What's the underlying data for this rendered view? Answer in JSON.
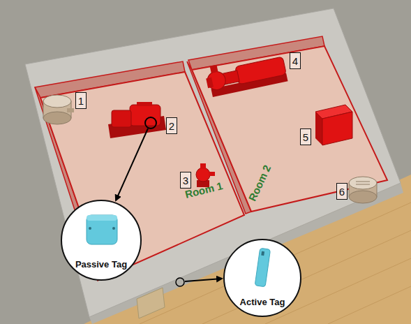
{
  "diagram": {
    "nodes": [
      {
        "text": [
          "Room 1"
        ]
      },
      {
        "text": [
          "1"
        ],
        "in": 0
      },
      {
        "text": [
          "2"
        ],
        "in": 0
      },
      {
        "text": [
          "3"
        ],
        "in": 0
      },
      {
        "text": [
          "Room 2"
        ]
      },
      {
        "text": [
          "4"
        ],
        "in": 4
      },
      {
        "text": [
          "5"
        ],
        "in": 4
      },
      {
        "text": [
          "6"
        ],
        "in": 4
      },
      {
        "text": [
          "Passive Tag"
        ]
      },
      {
        "text": [
          "Active Tag"
        ]
      }
    ]
  }
}
